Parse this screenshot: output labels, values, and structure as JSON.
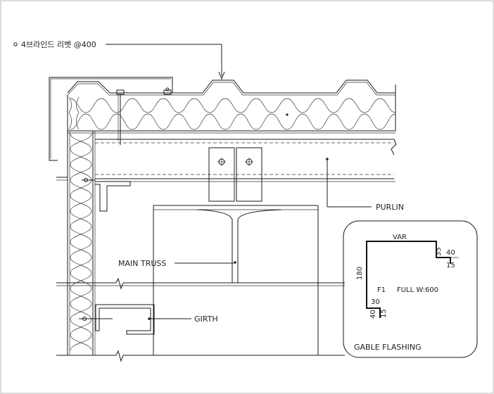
{
  "labels": {
    "rivet": "4브라인드 리벳 @400",
    "purlin": "PURLIN",
    "main_truss": "MAIN TRUSS",
    "girth": "GIRTH"
  },
  "detail": {
    "var": "VAR",
    "dim_35": "35",
    "dim_40_top": "40",
    "dim_15_top": "15",
    "dim_180": "180",
    "f1": "F1",
    "full_width": "FULL W:600",
    "dim_30": "30",
    "dim_40_bottom": "40",
    "dim_15_bottom": "15",
    "title": "GABLE FLASHING"
  }
}
